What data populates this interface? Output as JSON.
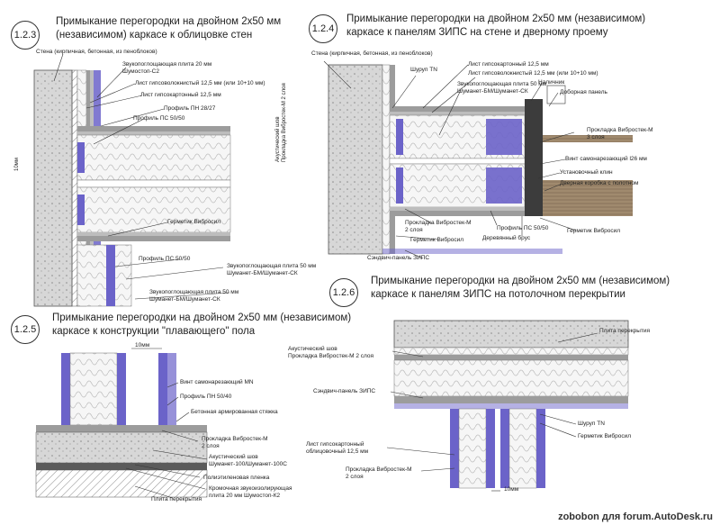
{
  "sections": [
    {
      "number": "1.2.3",
      "title": "Примыкание перегородки на двойном 2х50 мм\n(независимом) каркасе к облицовке стен",
      "labels": {
        "wall": "Стена (кирпичная, бетонная, из пеноблоков)",
        "sound_plate": "Звукопоглощающая плита 20 мм\nШумостоп-С2",
        "gvl": "Лист гипсоволокнистый 12,5 мм (или 10+10 мм)",
        "gkl": "Лист гипсокартонный 12,5 мм",
        "pn": "Профиль ПН 28/27",
        "ps": "Профиль ПС 50/50",
        "gap": "10мм",
        "sealant": "Герметик Вибросил",
        "ps2": "Профиль ПС 50/50",
        "sound50": "Звукопоглощающая плита 50 мм\nШуманет-БМ/Шуманет-СК",
        "sound50b": "Звукопоглощающая плита 50 мм\nШуманет-БМ/Шуманет-СК"
      }
    },
    {
      "number": "1.2.4",
      "title": "Примыкание перегородки на двойном 2х50 мм (независимом)\nкаркасе к панелям ЗИПС на стене и дверному проему",
      "labels": {
        "wall": "Стена (кирпичная, бетонная, из пеноблоков)",
        "screw_tn": "Шуруп TN",
        "gkl": "Лист гипсокартонный 12,5 мм",
        "gvl": "Лист гипсоволокнистый 12,5 мм (или 10+10 мм)",
        "sound": "Звукопоглощающая плита 50 мм\nШуманет-БМ/Шуманет-СК",
        "platband": "Наличник",
        "panel": "Доборная панель",
        "acoustic": "Акустический шов\nПрокладка Вибростек-М 2 слоя",
        "vibrostek3": "Прокладка Вибростек-М\n3 слоя",
        "screw26": "Винт самонарезающий l26 мм",
        "clip": "Установочный клин",
        "door_box": "Дверная коробка с полотном",
        "vibrostek2": "Прокладка Вибростек-М\n2 слоя",
        "sealant": "Герметик Вибросил",
        "ps": "Профиль ПС 50/50",
        "bar": "Деревянный брус",
        "sealant2": "Герметик Вибросил",
        "sandwich": "Сэндвич-панель ЗИПС"
      }
    },
    {
      "number": "1.2.5",
      "title": "Примыкание перегородки на двойном 2х50 мм (независимом)\nкаркасе к конструкции \"плавающего\" пола",
      "labels": {
        "gap": "10мм",
        "screw_mn": "Винт самонарезающий MN",
        "pn": "Профиль ПН 50/40",
        "screed": "Бетонная армированная стяжка",
        "vibrostek": "Прокладка Вибростек-М\n2 слоя",
        "acoustic": "Акустический шов\nШуманет-100/Шуманет-100С",
        "film": "Полиэтиленовая пленка",
        "edge": "Кромочная звукоизолирующая\nплита 20 мм Шумостоп-К2",
        "slab": "Плита перекрытия"
      }
    },
    {
      "number": "1.2.6",
      "title": "Примыкание перегородки на двойном 2х50 мм (независимом)\nкаркасе к панелям ЗИПС на потолочном перекрытии",
      "labels": {
        "slab": "Плита перекрытия",
        "acoustic": "Акустический шов\nПрокладка Вибростек-М 2 слоя",
        "sandwich": "Сэндвич-панель ЗИПС",
        "screw_tn": "Шуруп TN",
        "sealant": "Герметик Вибросил",
        "gkl": "Лист гипсокартонный\nоблицовочный 12,5 мм",
        "vibrostek": "Прокладка Вибростек-М\n2 слоя",
        "gap": "10мм"
      }
    }
  ],
  "watermark": "zobobon для forum.AutoDesk.ru",
  "colors": {
    "profile": "#6b63c9",
    "insulation": "#f4f4f4",
    "wall": "#c8c8c8",
    "board": "#9c9c9c",
    "wood": "#8a7a64"
  }
}
